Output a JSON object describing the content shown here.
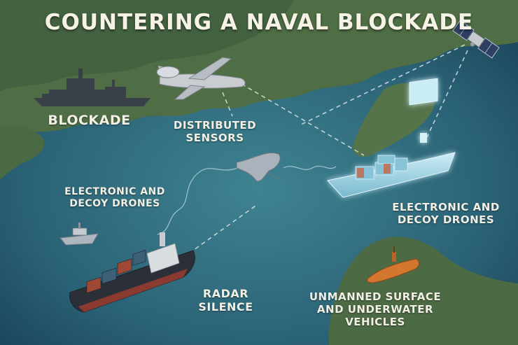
{
  "title": "COUNTERING A NAVAL BLOCKADE",
  "labels": {
    "blockade": "BLOCKADE",
    "distributed_sensors": [
      "DISTRIBUTED",
      "SENSORS"
    ],
    "electronic_decoy_left": [
      "ELECTRONIC AND",
      "DECOY DRONES"
    ],
    "electronic_decoy_right": [
      "ELECTRONIC AND",
      "DECOY DRONES"
    ],
    "radar_silence": [
      "RADAR",
      "SILENCE"
    ],
    "unmanned_vehicles": [
      "UNMANNED SURFACE",
      "AND UNDERWATER",
      "VEHICLES"
    ]
  },
  "colors": {
    "sea_light": "#3f8391",
    "sea_deep": "#173c52",
    "land": "#4f6e45",
    "land_dark": "#3b5a3c",
    "label_text": "#f2efe4",
    "warship": "#3a4048",
    "cargo_hull": "#2b3038",
    "cargo_bottom": "#8a3a2e",
    "glow_ship": "#9fd4e6",
    "uuv": "#d2772d",
    "link_dash": "#d8e4e6"
  },
  "icons": [
    "warship-icon",
    "drone-icon",
    "satellite-icon",
    "manta-uuv-icon",
    "glow-cargo-ship-icon",
    "patrol-boat-icon",
    "cargo-ship-icon",
    "orange-uuv-icon"
  ]
}
